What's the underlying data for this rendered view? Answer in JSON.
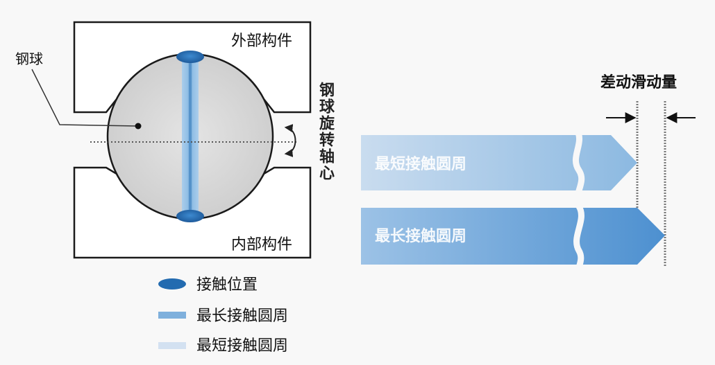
{
  "diagram": {
    "outer_part_label": "外部构件",
    "inner_part_label": "内部构件",
    "steel_ball_label": "钢球",
    "rotation_axis_label": "钢球旋转轴心",
    "differential_slip_label": "差动滑动量",
    "bands": [
      {
        "label": "最短接触圆周"
      },
      {
        "label": "最长接触圆周"
      }
    ]
  },
  "legend": {
    "items": [
      {
        "label": "接触位置",
        "icon": "contact-ellipse-icon"
      },
      {
        "label": "最长接触圆周",
        "icon": "long-circumference-bar-icon"
      },
      {
        "label": "最短接触圆周",
        "icon": "short-circumference-bar-icon"
      }
    ]
  },
  "colors": {
    "contact": "#236bb0",
    "long_circumference": "#7fb0dc",
    "short_circumference": "#d3e1f1"
  }
}
